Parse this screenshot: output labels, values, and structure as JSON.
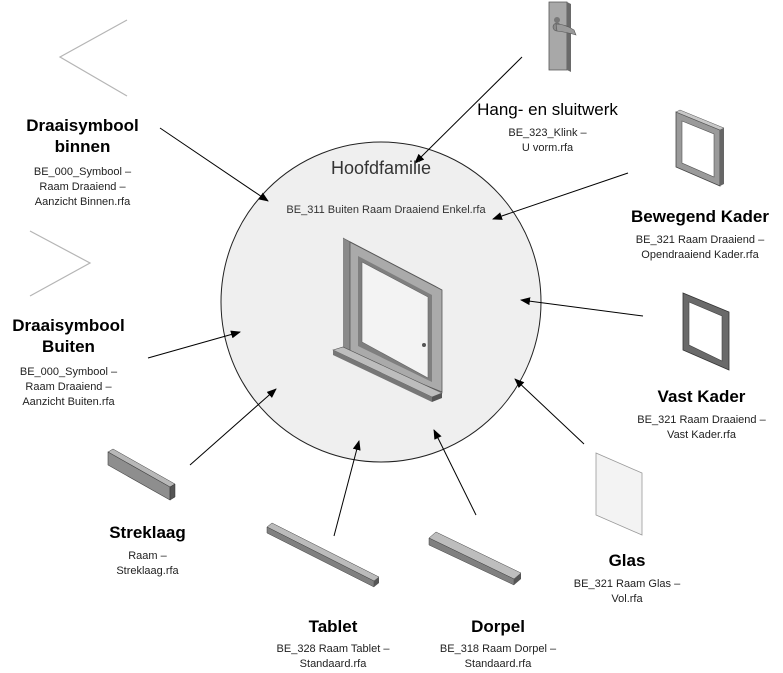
{
  "center": {
    "title": "Hoofdfamilie",
    "file": "BE_311 Buiten Raam Draaiend Enkel.rfa"
  },
  "components": {
    "draaisymbool_binnen": {
      "title_1": "Draaisymbool",
      "title_2": "binnen",
      "file_1": "BE_000_Symbool –",
      "file_2": "Raam Draaiend –",
      "file_3": "Aanzicht Binnen.rfa"
    },
    "draaisymbool_buiten": {
      "title_1": "Draaisymbool",
      "title_2": "Buiten",
      "file_1": "BE_000_Symbool –",
      "file_2": "Raam Draaiend –",
      "file_3": "Aanzicht Buiten.rfa"
    },
    "streklaag": {
      "title": "Streklaag",
      "file_1": "Raam –",
      "file_2": "Streklaag.rfa"
    },
    "tablet": {
      "title": "Tablet",
      "file_1": "BE_328 Raam Tablet –",
      "file_2": "Standaard.rfa"
    },
    "dorpel": {
      "title": "Dorpel",
      "file_1": "BE_318 Raam Dorpel –",
      "file_2": "Standaard.rfa"
    },
    "glas": {
      "title": "Glas",
      "file_1": "BE_321 Raam Glas –",
      "file_2": "Vol.rfa"
    },
    "vast_kader": {
      "title": "Vast Kader",
      "file_1": "BE_321 Raam Draaiend –",
      "file_2": "Vast Kader.rfa"
    },
    "bewegend_kader": {
      "title": "Bewegend Kader",
      "file_1": "BE_321 Raam Draaiend –",
      "file_2": "Opendraaiend Kader.rfa"
    },
    "hang_sluitwerk": {
      "title": "Hang- en sluitwerk",
      "file_1": "BE_323_Klink –",
      "file_2": "U vorm.rfa"
    }
  },
  "colors": {
    "circle_fill": "#efefef",
    "frame_gray": "#9a9a9a",
    "frame_dark": "#5e5e5e",
    "glass": "#f4f4f4"
  }
}
